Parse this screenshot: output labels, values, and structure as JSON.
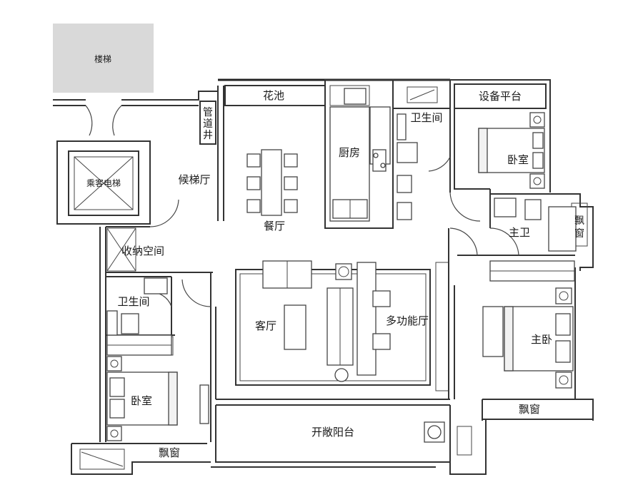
{
  "rooms": {
    "stairs": "楼梯",
    "elevator": "乘客电梯",
    "pipe_shaft": [
      "管",
      "道",
      "井"
    ],
    "elevator_hall": "候梯厅",
    "flower_bed": "花池",
    "kitchen": "厨房",
    "bathroom_top": "卫生间",
    "equipment_platform": "设备平台",
    "bedroom_top": "卧室",
    "dining": "餐厅",
    "storage": "收纳空间",
    "master_bath": "主卫",
    "bay_window_vertical": [
      "飘",
      "窗"
    ],
    "bathroom_left": "卫生间",
    "living": "客厅",
    "multi_function": "多功能厅",
    "master_bedroom": "主卧",
    "bedroom_left": "卧室",
    "bay_window_right": "飘窗",
    "balcony": "开敞阳台",
    "bay_window_left": "飘窗"
  },
  "colors": {
    "stairs_fill": "#d9d9d9",
    "wall": "#333333"
  }
}
